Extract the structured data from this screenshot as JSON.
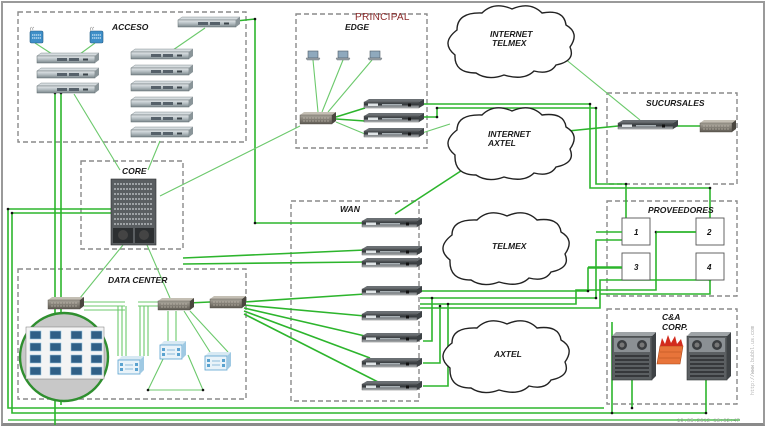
{
  "diagram": {
    "title": "PRINCIPAL",
    "zones": {
      "acceso": "ACCESO",
      "edge": "EDGE",
      "core": "CORE",
      "wan": "WAN",
      "data_center": "DATA CENTER",
      "sucursales": "SUCURSALES",
      "proveedores": "PROVEEDORES",
      "cya_line1": "C&A",
      "cya_line2": "CORP."
    },
    "clouds": {
      "internet_telmex_line1": "INTERNET",
      "internet_telmex_line2": "TELMEX",
      "internet_axtel_line1": "INTERNET",
      "internet_axtel_line2": "AXTEL",
      "telmex": "TELMEX",
      "axtel": "AXTEL"
    },
    "providers": [
      "1",
      "2",
      "3",
      "4"
    ],
    "timestamp": "19.05.2012 16:02:47",
    "watermark": "http://www.bubbl.us.com",
    "colors": {
      "link": "#2db52d",
      "zone_border": "#8a8a8a",
      "principal_text": "#8b2a2a",
      "firewall": "#e8743a"
    }
  }
}
